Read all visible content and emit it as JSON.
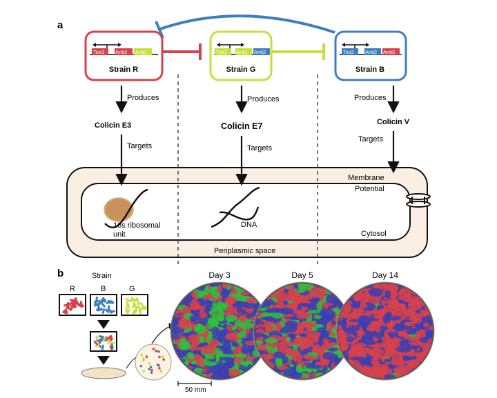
{
  "panel_a": {
    "label": "a",
    "strains": [
      {
        "name": "Strain R",
        "genes": [
          "Tox3",
          "Anti3",
          "Anti1"
        ],
        "color": "#d6424b"
      },
      {
        "name": "Strain G",
        "genes": [
          "Tox1",
          "Anti1",
          "Anti2"
        ],
        "color": "#c6df3a"
      },
      {
        "name": "Strain B",
        "genes": [
          "Tox2",
          "Anti2",
          "Anti3"
        ],
        "color": "#3c7ec0"
      }
    ],
    "produces_label": "Produces",
    "targets_label": "Targets",
    "colicins": [
      "Colicin E3",
      "Colicin E7",
      "Colicin V"
    ],
    "cell": {
      "membrane": "Membrane",
      "potential": "Potential",
      "ribosome": "16s ribosomal\nunit",
      "dna": "DNA",
      "cytosol": "Cytosol",
      "periplasm": "Periplasmic space"
    },
    "colors": {
      "red": "#d6424b",
      "green": "#c6df3a",
      "blue": "#3c7ec0",
      "cell_fill": "#fbeee2",
      "ribosome": "#c9925a"
    }
  },
  "panel_b": {
    "label": "b",
    "strain_title": "Strain",
    "strain_letters": [
      "R",
      "B",
      "G"
    ],
    "days": [
      "Day 3",
      "Day 5",
      "Day 14"
    ],
    "scale_bar": "50 mm"
  }
}
